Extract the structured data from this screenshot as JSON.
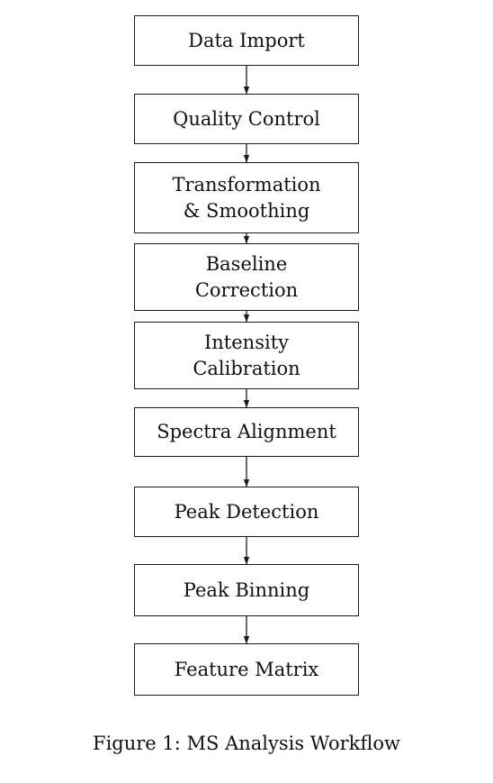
{
  "diagram": {
    "steps": [
      {
        "lines": [
          "Data Import"
        ]
      },
      {
        "lines": [
          "Quality Control"
        ]
      },
      {
        "lines": [
          "Transformation",
          "& Smoothing"
        ]
      },
      {
        "lines": [
          "Baseline",
          "Correction"
        ]
      },
      {
        "lines": [
          "Intensity",
          "Calibration"
        ]
      },
      {
        "lines": [
          "Spectra Alignment"
        ]
      },
      {
        "lines": [
          "Peak Detection"
        ]
      },
      {
        "lines": [
          "Peak Binning"
        ]
      },
      {
        "lines": [
          "Feature Matrix"
        ]
      }
    ]
  },
  "caption": "Figure 1: MS Analysis Workflow"
}
